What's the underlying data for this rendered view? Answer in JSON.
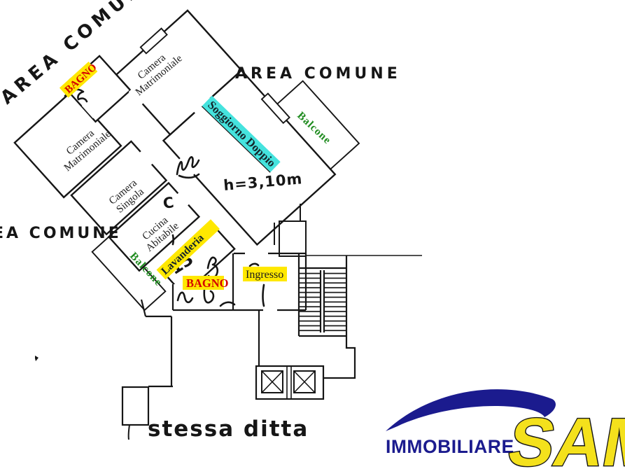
{
  "plan": {
    "annotations": {
      "area_comune_topleft": "AREA COMUNE",
      "area_comune_top": "AREA COMUNE",
      "area_comune_left": "AREA COMUNE",
      "height_note": "h=3,10m",
      "stessa_ditta": "stessa ditta",
      "scribble_13": "13",
      "letter_c": "C"
    },
    "rooms": {
      "bagno_top": {
        "label": "BAGNO"
      },
      "camera_matrimoniale_1": {
        "line1": "Camera",
        "line2": "Matrimoniale"
      },
      "camera_matrimoniale_2": {
        "line1": "Camera",
        "line2": "Matrimoniale"
      },
      "camera_singola": {
        "line1": "Camera",
        "line2": "Singola"
      },
      "cucina": {
        "line1": "Cucina",
        "line2": "Abitabile"
      },
      "soggiorno": {
        "label": "Soggiorno Doppio"
      },
      "lavanderia": {
        "label": "Lavanderia"
      },
      "bagno_bottom": {
        "label": "BAGNO"
      },
      "ingresso": {
        "label": "Ingresso"
      },
      "balcone_top": {
        "label": "Balcone"
      },
      "balcone_bottom": {
        "label": "Balcone"
      }
    },
    "colors": {
      "highlight_yellow": "#ffe800",
      "highlight_cyan": "#45e3de",
      "bagno_red": "#d40000",
      "balcone_green": "#1f8b1f",
      "wall_black": "#161616"
    }
  },
  "logo": {
    "brand": "IMMOBILIARE",
    "name": "SAM",
    "blue": "#1b1b8e",
    "yellow": "#f4e11c"
  }
}
